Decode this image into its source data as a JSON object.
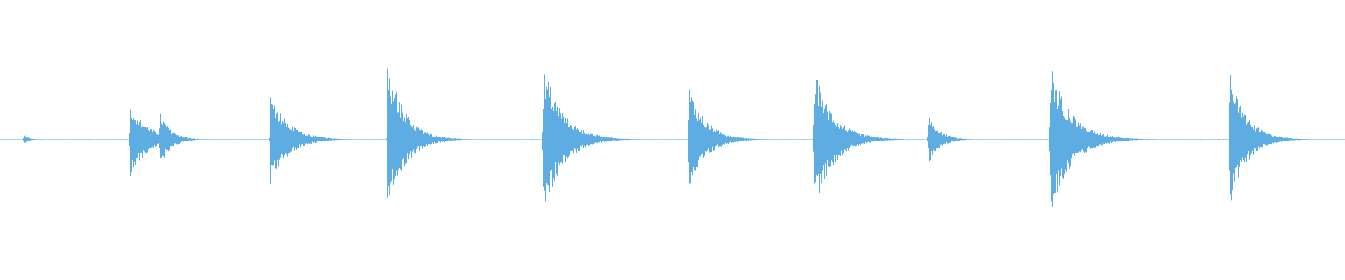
{
  "waveform": {
    "color": "#5DADE2",
    "background": "#ffffff",
    "baseline_amplitude": 0.006,
    "transients": [
      {
        "t": 0.0178,
        "peak": 0.06,
        "decay": 0.004
      },
      {
        "t": 0.0966,
        "peak": 0.52,
        "decay": 0.012
      },
      {
        "t": 0.1188,
        "peak": 0.36,
        "decay": 0.008
      },
      {
        "t": 0.201,
        "peak": 0.62,
        "decay": 0.013
      },
      {
        "t": 0.2335,
        "peak": 0.04,
        "decay": 0.003
      },
      {
        "t": 0.288,
        "peak": 0.95,
        "decay": 0.01
      },
      {
        "t": 0.2935,
        "peak": 0.7,
        "decay": 0.012
      },
      {
        "t": 0.33,
        "peak": 0.05,
        "decay": 0.003
      },
      {
        "t": 0.404,
        "peak": 1.0,
        "decay": 0.014
      },
      {
        "t": 0.512,
        "peak": 0.72,
        "decay": 0.012
      },
      {
        "t": 0.6055,
        "peak": 0.9,
        "decay": 0.014
      },
      {
        "t": 0.6905,
        "peak": 0.32,
        "decay": 0.008
      },
      {
        "t": 0.781,
        "peak": 1.0,
        "decay": 0.015
      },
      {
        "t": 0.809,
        "peak": 0.05,
        "decay": 0.003
      },
      {
        "t": 0.9145,
        "peak": 0.86,
        "decay": 0.012
      }
    ]
  }
}
